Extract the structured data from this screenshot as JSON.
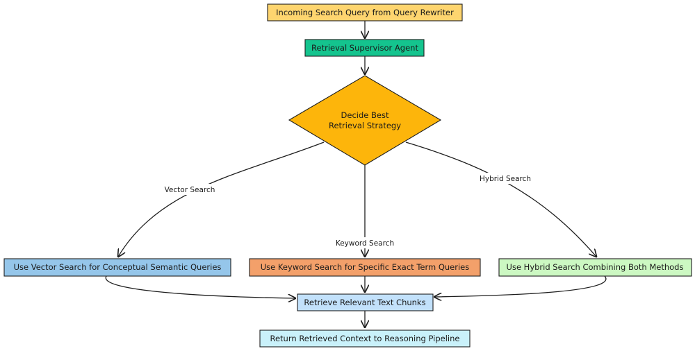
{
  "nodes": {
    "incoming_query": {
      "label": "Incoming Search Query from Query Rewriter",
      "color": "#fed56f"
    },
    "supervisor": {
      "label": "Retrieval Supervisor Agent",
      "color": "#14c48e"
    },
    "decision": {
      "line1": "Decide Best",
      "line2": "Retrieval Strategy",
      "color": "#fdb50b"
    },
    "vector": {
      "label": "Use Vector Search for Conceptual Semantic Queries",
      "color": "#95c6ea"
    },
    "keyword": {
      "label": "Use Keyword Search for Specific Exact Term Queries",
      "color": "#f3a06a"
    },
    "hybrid": {
      "label": "Use Hybrid Search Combining Both Methods",
      "color": "#ccf8c2"
    },
    "retrieve": {
      "label": "Retrieve Relevant Text Chunks",
      "color": "#c2e1fb"
    },
    "return_context": {
      "label": "Return Retrieved Context to Reasoning Pipeline",
      "color": "#c9f1fa"
    }
  },
  "edges": {
    "vector_label": "Vector Search",
    "keyword_label": "Keyword Search",
    "hybrid_label": "Hybrid Search"
  }
}
